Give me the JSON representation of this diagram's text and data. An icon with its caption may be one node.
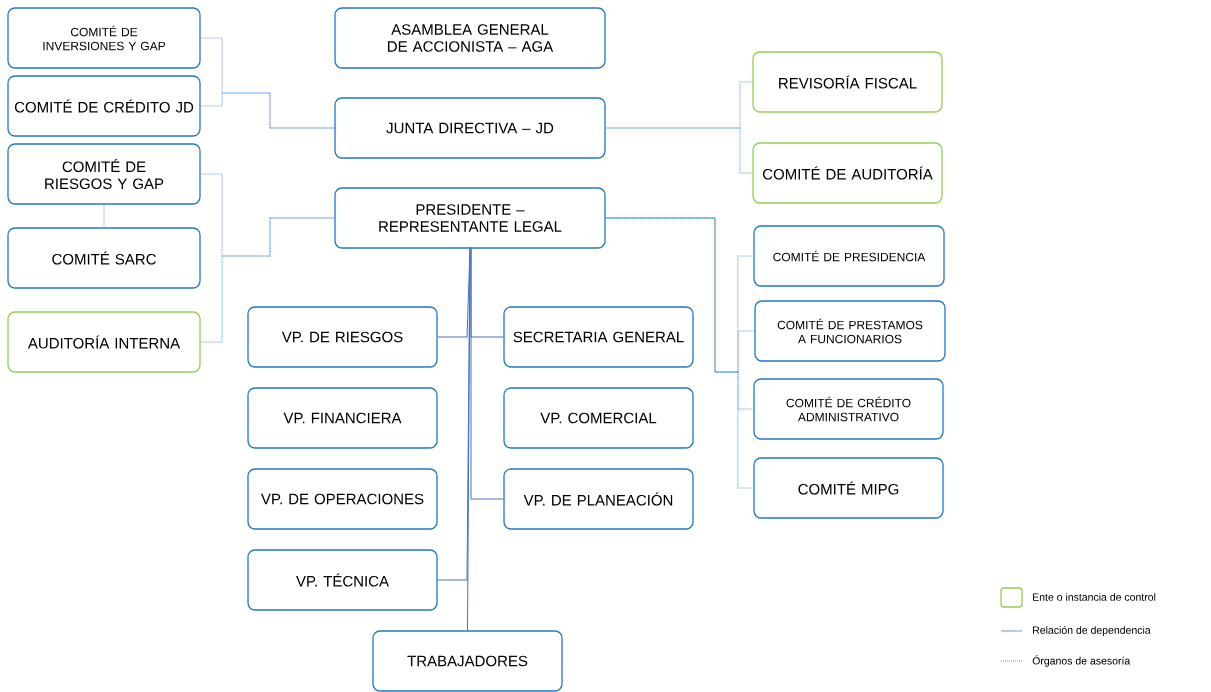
{
  "diagram": {
    "nodes": [
      {
        "text": [
          "COMITÉ DE INVERSIONES Y GAP"
        ]
      },
      {
        "text": [
          "ASAMBLEA GENERAL DE ACCIONISTA – AGA"
        ]
      },
      {
        "text": [
          "COMITÉ DE CRÉDITO JD"
        ]
      },
      {
        "text": [
          "JUNTA DIRECTIVA – JD"
        ]
      },
      {
        "text": [
          "REVISORÍA FISCAL"
        ]
      },
      {
        "text": [
          "COMITÉ DE RIESGOS Y GAP"
        ]
      },
      {
        "text": [
          "COMITÉ DE AUDITORÍA"
        ]
      },
      {
        "text": [
          "PRESIDENTE – REPRESENTANTE LEGAL"
        ]
      },
      {
        "text": [
          "COMITÉ SARC"
        ]
      },
      {
        "text": [
          "COMITÉ DE PRESIDENCIA"
        ]
      },
      {
        "text": [
          "COMITÉ DE PRESTAMOS A FUNCIONARIOS"
        ]
      },
      {
        "text": [
          "AUDITORÍA INTERNA"
        ]
      },
      {
        "text": [
          "VP. DE RIESGOS"
        ]
      },
      {
        "text": [
          "SECRETARIA GENERAL"
        ]
      },
      {
        "text": [
          "COMITÉ DE CRÉDITO ADMINISTRATIVO"
        ]
      },
      {
        "text": [
          "VP. FINANCIERA"
        ]
      },
      {
        "text": [
          "VP. COMERCIAL"
        ]
      },
      {
        "text": [
          "COMITÉ MIPG"
        ]
      },
      {
        "text": [
          "VP. DE OPERACIONES"
        ]
      },
      {
        "text": [
          "VP. DE PLANEACIÓN"
        ]
      },
      {
        "text": [
          "VP. TÉCNICA"
        ]
      },
      {
        "text": [
          "TRABAJADORES"
        ]
      }
    ],
    "edges": [
      {
        "from": 3,
        "to": 0,
        "arrow": "none",
        "style": "dashed"
      },
      {
        "from": 3,
        "to": 2,
        "arrow": "none",
        "style": "dashed"
      },
      {
        "from": 3,
        "to": 4,
        "arrow": "none",
        "style": "dashed"
      },
      {
        "from": 3,
        "to": 6,
        "arrow": "none",
        "style": "dashed"
      },
      {
        "from": 7,
        "to": 5,
        "arrow": "none",
        "style": "dashed"
      },
      {
        "from": 7,
        "to": 11,
        "arrow": "none",
        "style": "dashed"
      },
      {
        "from": 5,
        "to": 8,
        "arrow": "none",
        "style": "dashed"
      },
      {
        "from": 7,
        "to": 9,
        "arrow": "none",
        "style": "dashed"
      },
      {
        "from": 7,
        "to": 10,
        "arrow": "none",
        "style": "dashed"
      },
      {
        "from": 7,
        "to": 14,
        "arrow": "none",
        "style": "dashed"
      },
      {
        "from": 7,
        "to": 17,
        "arrow": "none",
        "style": "dashed"
      },
      {
        "from": 7,
        "to": 12,
        "arrow": "none",
        "color": "#4472c4"
      },
      {
        "from": 7,
        "to": 13,
        "arrow": "none",
        "color": "#4472c4"
      },
      {
        "from": 7,
        "to": 19,
        "arrow": "none",
        "color": "#4472c4"
      },
      {
        "from": 7,
        "to": 20,
        "arrow": "none",
        "color": "#4472c4"
      },
      {
        "from": 7,
        "to": 21,
        "arrow": "none",
        "color": "#4472c4"
      }
    ],
    "legend": [
      {
        "text": "Ente o instancia de control"
      },
      {
        "text": "Relación de dependencia"
      },
      {
        "text": "Órganos de asesoría"
      }
    ]
  }
}
